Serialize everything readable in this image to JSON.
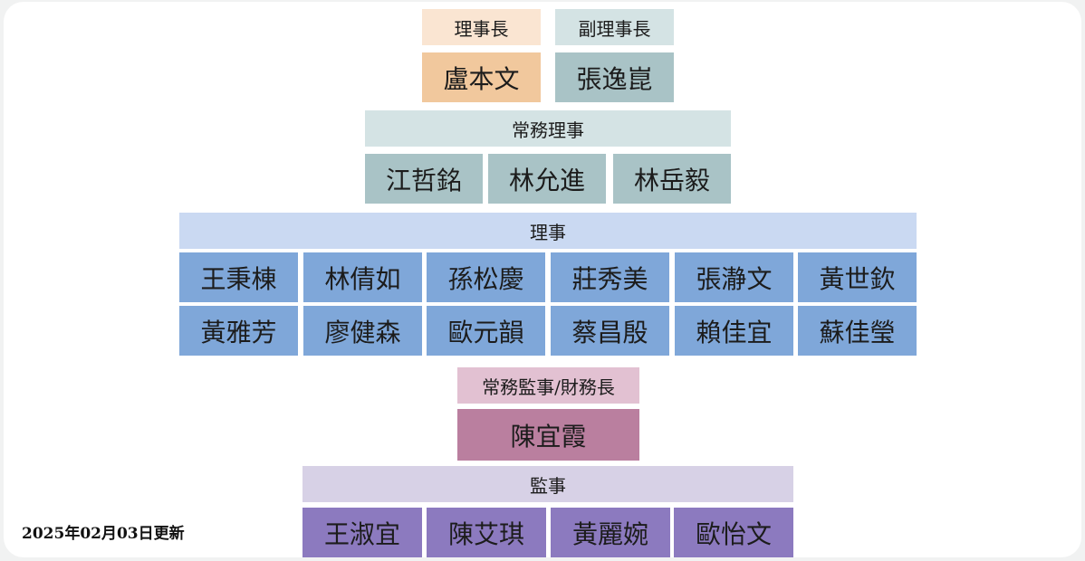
{
  "chairman": {
    "title": "理事長",
    "name": "盧本文"
  },
  "vice_chairman": {
    "title": "副理事長",
    "name": "張逸崑"
  },
  "standing_directors": {
    "title": "常務理事",
    "names": [
      "江哲銘",
      "林允進",
      "林岳毅"
    ]
  },
  "directors": {
    "title": "理事",
    "names": [
      "王秉棟",
      "林倩如",
      "孫松慶",
      "莊秀美",
      "張瀞文",
      "黃世欽",
      "黃雅芳",
      "廖健森",
      "歐元韻",
      "蔡昌殷",
      "賴佳宜",
      "蘇佳瑩"
    ]
  },
  "standing_supervisor": {
    "title": "常務監事/財務長",
    "name": "陳宜霞"
  },
  "supervisors": {
    "title": "監事",
    "names": [
      "王淑宜",
      "陳艾琪",
      "黃麗婉",
      "歐怡文"
    ]
  },
  "updated": "2025年02月03日更新",
  "colors": {
    "chairman_header": "#fae5d2",
    "chairman_name": "#f1c89d",
    "vice_header": "#d4e3e4",
    "vice_name": "#a9c3c6",
    "standing_header": "#d4e3e4",
    "standing_name": "#a9c3c6",
    "directors_header": "#cad9f2",
    "directors_name": "#7fa7d9",
    "supervisor_header": "#e2c1d2",
    "supervisor_name": "#ba7f9f",
    "supervisors_header": "#d7d1e6",
    "supervisors_name": "#8c7abf"
  }
}
